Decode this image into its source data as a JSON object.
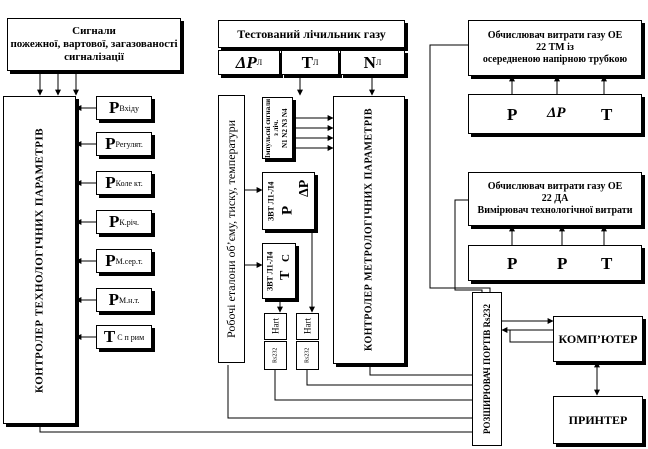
{
  "signals": {
    "line1": "Сигнали",
    "line2": "пожежної, вартової, загазованості",
    "line3": "сигналізації"
  },
  "tech_controller": {
    "label": "КОНТРОЛЕР ТЕХНОЛОГІЧНИХ ПАРАМЕТРІВ"
  },
  "params": [
    {
      "main": "P",
      "sub": "Вхіду"
    },
    {
      "main": "P",
      "sub": "Регулят."
    },
    {
      "main": "P",
      "sub": "Коле кт."
    },
    {
      "main": "P",
      "sub": "К.річ."
    },
    {
      "main": "P",
      "sub": "М.сер.т."
    },
    {
      "main": "P",
      "sub": "М.н.т."
    },
    {
      "main": "T",
      "sub": "С п рим"
    }
  ],
  "tested_meter": {
    "title": "Тестований лічильник газу",
    "cells": [
      {
        "main": "ΔP",
        "sub": "Л"
      },
      {
        "main": "T",
        "sub": "Л"
      },
      {
        "main": "N",
        "sub": "Л"
      }
    ]
  },
  "working_standards": {
    "label": "Робочі еталони об’єму, тиску, температури"
  },
  "pulse_signals": {
    "label": "Імпульсні сигнали з ліч.",
    "channels": "N1 N2 N3 N4"
  },
  "zvt_dp": {
    "label": "ЗВТ Л1-Л4",
    "main": "P",
    "secondary": "ΔP"
  },
  "zvt_tc": {
    "label": "ЗВТ Л1-Л4",
    "main": "T",
    "secondary": "С"
  },
  "hart1": {
    "label": "Hart",
    "bus": "Rs232"
  },
  "hart2": {
    "label": "Hart",
    "bus": "Rs232"
  },
  "metro_controller": {
    "label": "КОНТРОЛЕР МЕТРОЛОГІЧНИХ ПАРАМЕТРІВ"
  },
  "ports_expander": {
    "label": "РОЗШИРЮВАЧ ПОРТІВ Rs232"
  },
  "calc_22tm": {
    "line1": "Обчислювач витрати газу ОЕ",
    "line2": "22 ТМ із",
    "line3": "осередненою напірною трубкою",
    "cells": [
      "P",
      "ΔP",
      "T"
    ]
  },
  "calc_22da": {
    "line1": "Обчислювач витрати газу ОЕ",
    "line2": "22 ДА",
    "line3": "Вимірювач технологічної витрати",
    "cells": [
      "P",
      "P",
      "T"
    ]
  },
  "computer": {
    "label": "КОМП’ЮТЕР"
  },
  "printer": {
    "label": "ПРИНТЕР"
  }
}
